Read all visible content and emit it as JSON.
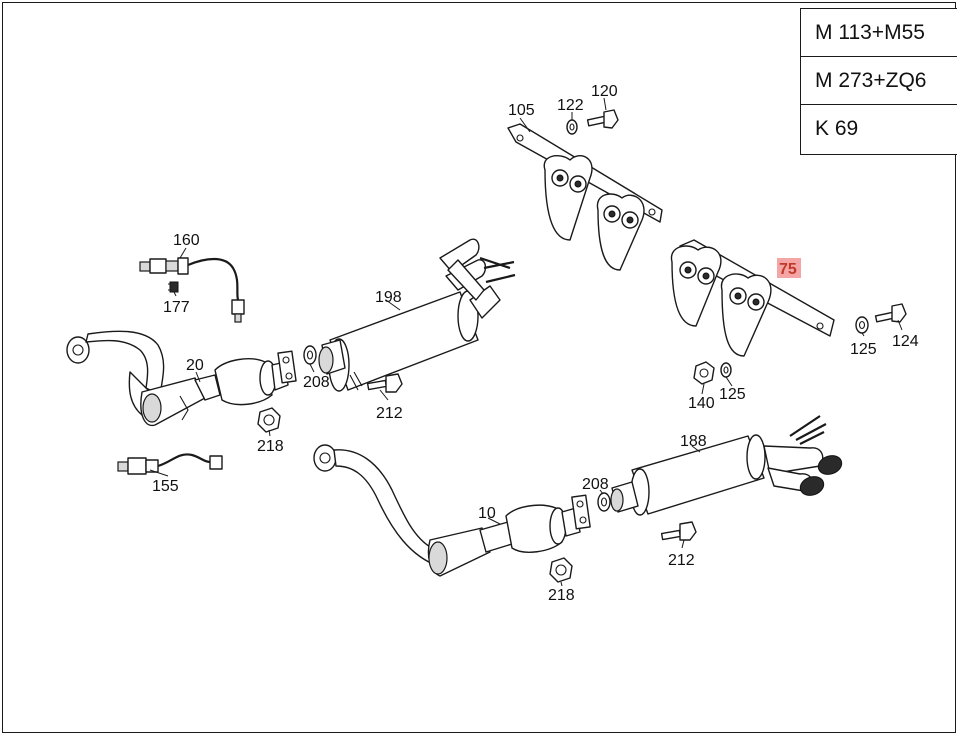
{
  "engine_codes": [
    "M 113+M55",
    "M 273+ZQ6",
    "K 69"
  ],
  "labels": {
    "p160": "160",
    "p177": "177",
    "p20": "20",
    "p155": "155",
    "p218a": "218",
    "p208a": "208",
    "p198": "198",
    "p212a": "212",
    "p105": "105",
    "p122": "122",
    "p120": "120",
    "p75": "75",
    "p125a": "125",
    "p124": "124",
    "p140": "140",
    "p125b": "125",
    "p188": "188",
    "p208b": "208",
    "p10": "10",
    "p212b": "212",
    "p218b": "218"
  },
  "colors": {
    "highlight": "#f4a6a6",
    "highlight_text": "#c0392b",
    "line": "#1a1a1a"
  }
}
